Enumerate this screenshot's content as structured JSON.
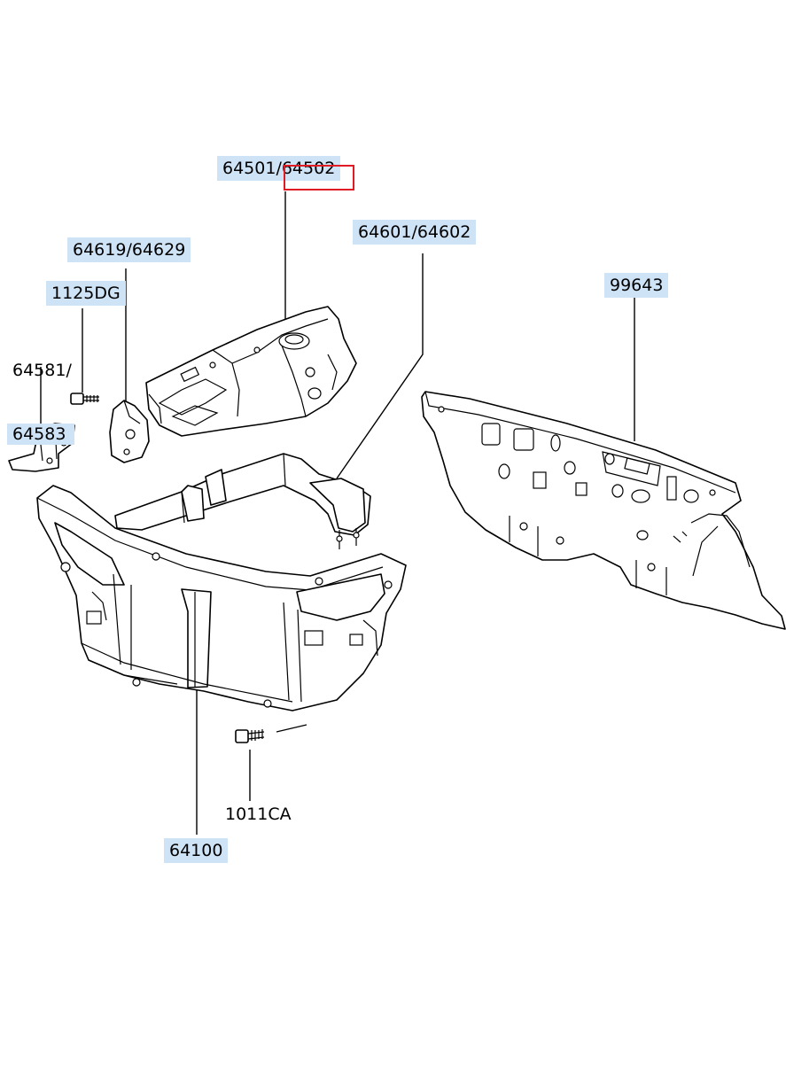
{
  "diagram": {
    "callouts": {
      "c64501": "64501/64502",
      "c64601": "64601/64602",
      "c64619": "64619/64629",
      "c1125dg": "1125DG",
      "c64581_l1": "64581/",
      "c64581_l2": "64583",
      "c99643": "99643",
      "c1011ca": "1011CA",
      "c64100": "64100"
    },
    "highlight_color": "#e01b24",
    "callout_bg": "#cfe3f7"
  }
}
